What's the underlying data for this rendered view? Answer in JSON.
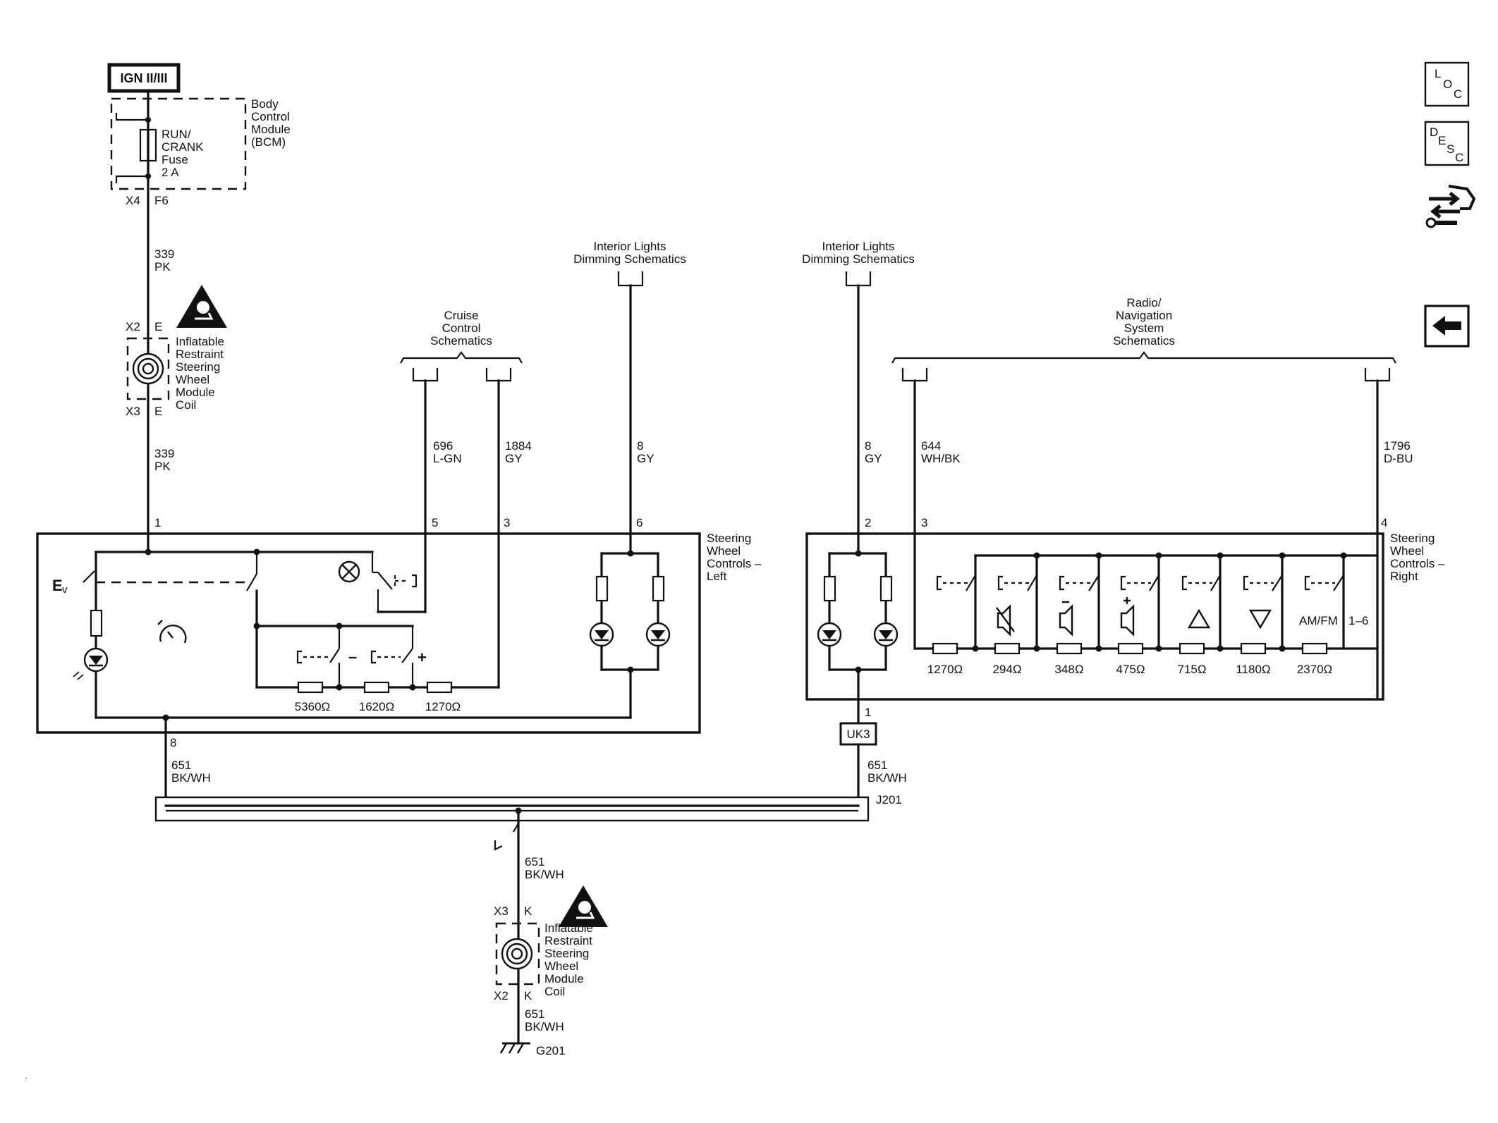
{
  "ign_label": "IGN II/III",
  "bcm": {
    "name_lines": [
      "Body",
      "Control",
      "Module",
      "(BCM)"
    ],
    "fuse_lines": [
      "RUN/",
      "CRANK",
      "Fuse",
      "2 A"
    ],
    "connector": "X4",
    "pin": "F6"
  },
  "wires": {
    "w339_top": [
      "339",
      "PK"
    ],
    "w339_bottom": [
      "339",
      "PK"
    ],
    "w696": [
      "696",
      "L-GN"
    ],
    "w1884": [
      "1884",
      "GY"
    ],
    "w8_left": [
      "8",
      "GY"
    ],
    "w8_right": [
      "8",
      "GY"
    ],
    "w644": [
      "644",
      "WH/BK"
    ],
    "w1796": [
      "1796",
      "D-BU"
    ],
    "w651_left": [
      "651",
      "BK/WH"
    ],
    "w651_right": [
      "651",
      "BK/WH"
    ],
    "w651_down": [
      "651",
      "BK/WH"
    ],
    "w651_ground": [
      "651",
      "BK/WH"
    ]
  },
  "coil_upper": {
    "conn_top": "X2",
    "pin_top": "E",
    "conn_bottom": "X3",
    "pin_bottom": "E",
    "name_lines": [
      "Inflatable",
      "Restraint",
      "Steering",
      "Wheel",
      "Module",
      "Coil"
    ]
  },
  "coil_lower": {
    "conn_top": "X3",
    "pin_top": "K",
    "conn_bottom": "X2",
    "pin_bottom": "K",
    "name_lines": [
      "Inflatable",
      "Restraint",
      "Steering",
      "Wheel",
      "Module",
      "Coil"
    ]
  },
  "refs": {
    "cruise": [
      "Cruise",
      "Control",
      "Schematics"
    ],
    "dim_left": [
      "Interior Lights",
      "Dimming Schematics"
    ],
    "dim_right": [
      "Interior Lights",
      "Dimming Schematics"
    ],
    "radio": [
      "Radio/",
      "Navigation",
      "System",
      "Schematics"
    ]
  },
  "left_module": {
    "name_lines": [
      "Steering",
      "Wheel",
      "Controls –",
      "Left"
    ],
    "pins": [
      "1",
      "5",
      "3",
      "6",
      "8"
    ],
    "resistors": [
      "5360Ω",
      "1620Ω",
      "1270Ω"
    ],
    "minus_sign": "–",
    "plus_sign": "+"
  },
  "right_module": {
    "name_lines": [
      "Steering",
      "Wheel",
      "Controls –",
      "Right"
    ],
    "pins": [
      "2",
      "3",
      "4",
      "1"
    ],
    "resistors": [
      "1270Ω",
      "294Ω",
      "348Ω",
      "475Ω",
      "715Ω",
      "1180Ω",
      "2370Ω"
    ],
    "button_labels": [
      "AM/FM",
      "1–6"
    ]
  },
  "uk3": "UK3",
  "splice": "J201",
  "ground": "G201",
  "nav": {
    "loc": [
      "L",
      "O",
      "C"
    ],
    "desc": [
      "D",
      "E",
      "S",
      "C"
    ]
  }
}
